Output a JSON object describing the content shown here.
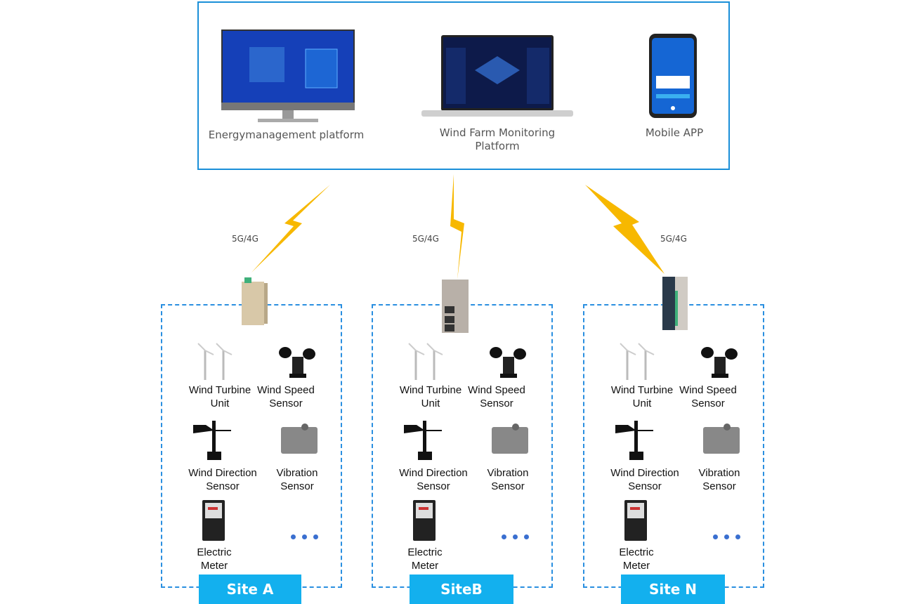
{
  "platforms": [
    {
      "label": "Energymanagement platform",
      "icon": "monitor-icon"
    },
    {
      "label": "Wind Farm Monitoring Platform",
      "icon": "laptop-icon"
    },
    {
      "label": "Mobile APP",
      "icon": "phone-icon"
    }
  ],
  "network_label": "5G/4G",
  "sites": [
    {
      "name": "Site A"
    },
    {
      "name": "SiteB"
    },
    {
      "name": "Site N"
    }
  ],
  "devices": {
    "wind_turbine": "Wind Turbine Unit",
    "wind_speed": "Wind Speed Sensor",
    "wind_direction": "Wind Direction Sensor",
    "vibration": "Vibration Sensor",
    "meter": "Electric Meter"
  },
  "colors": {
    "frame_blue": "#1a8fd8",
    "tag_blue": "#13b0ee",
    "bolt_yellow": "#f7b800",
    "dots_blue": "#3a6fd0"
  }
}
